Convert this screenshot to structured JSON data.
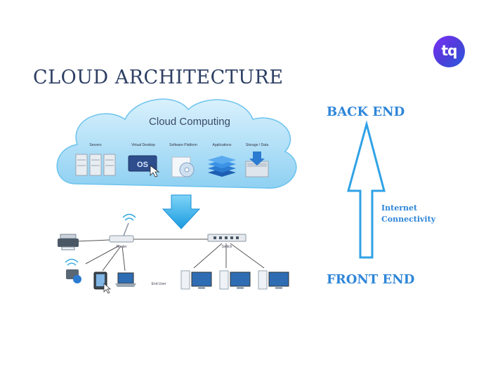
{
  "title": "CLOUD ARCHITECTURE",
  "logo_text": "tq",
  "cloud": {
    "label": "Cloud Computing",
    "services": [
      "Servers",
      "Virtual Desktop",
      "Software Platform",
      "Applications",
      "Storage / Data"
    ],
    "os_label": "OS"
  },
  "network": {
    "router_label": "Router",
    "switch_label": "Switch",
    "end_user_label": "End User"
  },
  "arrow_labels": {
    "top": "BACK END",
    "bottom": "FRONT END",
    "middle_line1": "Internet",
    "middle_line2": "Connectivity"
  },
  "colors": {
    "title": "#2d3f63",
    "accent_blue": "#2f86d8",
    "cloud": "#a9dcf7",
    "logo": "#5b3be8"
  }
}
